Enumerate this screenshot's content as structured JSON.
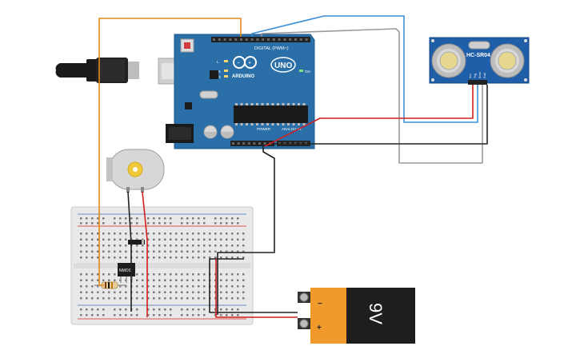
{
  "arduino": {
    "brand": "ARDUINO",
    "model": "UNO",
    "digital_label": "DIGITAL (PWM~)",
    "power_label": "POWER",
    "analog_label": "ANALOG IN",
    "tx_label": "TX",
    "rx_label": "RX",
    "l_label": "L",
    "on_label": "ON"
  },
  "sensor": {
    "model": "HC-SR04",
    "pins": [
      "Vcc",
      "Trig",
      "Echo",
      "Gnd"
    ]
  },
  "mosfet": {
    "label": "NMOS"
  },
  "battery": {
    "label": "9V",
    "minus": "−",
    "plus": "+"
  },
  "colors": {
    "board": "#2a6fa8",
    "board_dark": "#1d5488",
    "sensor_board": "#1f5ea8",
    "breadboard": "#e9e9e9",
    "wire_red": "#d21f1f",
    "wire_black": "#222222",
    "wire_blue": "#3b8fd6",
    "wire_gray": "#9a9a9a",
    "wire_orange": "#e08a17",
    "battery_orange": "#f09a2c",
    "battery_black": "#1e1e1e"
  }
}
